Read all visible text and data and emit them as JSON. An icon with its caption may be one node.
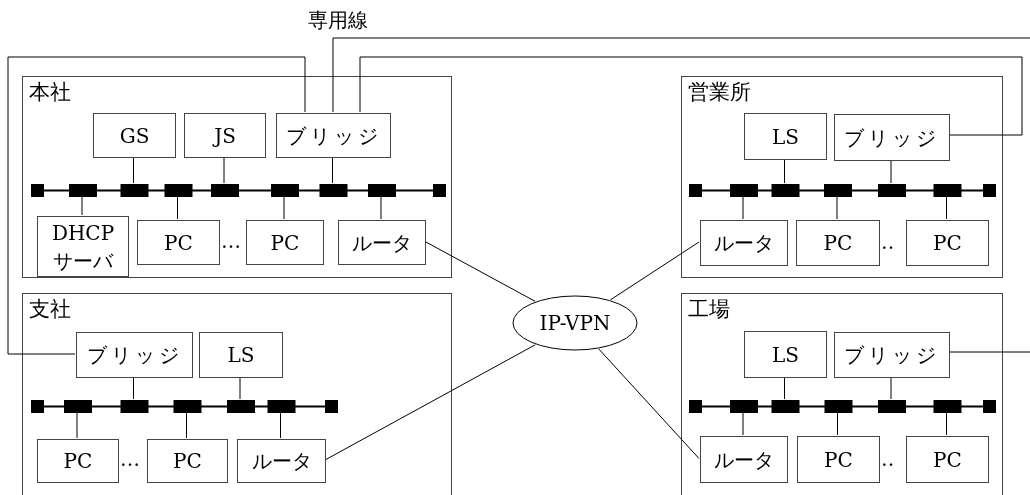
{
  "diagram": {
    "nodes": [
      {
        "text": [
          "本社"
        ]
      },
      {
        "text": [
          "GS"
        ],
        "in": 0
      },
      {
        "text": [
          "JS"
        ],
        "in": 0
      },
      {
        "text": [
          "ブリッジ"
        ],
        "in": 0
      },
      {
        "text": [],
        "shape": "bar",
        "in": 0
      },
      {
        "text": [
          "DHCP サーバ"
        ],
        "in": 0
      },
      {
        "text": [
          "PC"
        ],
        "in": 0
      },
      {
        "text": [
          "PC"
        ],
        "in": 0
      },
      {
        "text": [
          "ルータ"
        ],
        "in": 0
      },
      {
        "text": [
          "営業所"
        ]
      },
      {
        "text": [
          "LS"
        ],
        "in": 9
      },
      {
        "text": [
          "ブリッジ"
        ],
        "in": 9
      },
      {
        "text": [],
        "shape": "bar",
        "in": 9
      },
      {
        "text": [
          "ルータ"
        ],
        "in": 9
      },
      {
        "text": [
          "PC"
        ],
        "in": 9
      },
      {
        "text": [
          "PC"
        ],
        "in": 9
      },
      {
        "text": [
          "IP-VPN"
        ]
      },
      {
        "text": [
          "支社"
        ]
      },
      {
        "text": [
          "ブリッジ"
        ],
        "in": 17
      },
      {
        "text": [
          "LS"
        ],
        "in": 17
      },
      {
        "text": [],
        "shape": "bar",
        "in": 17
      },
      {
        "text": [
          "PC"
        ],
        "in": 17
      },
      {
        "text": [
          "PC"
        ],
        "in": 17
      },
      {
        "text": [
          "ルータ"
        ],
        "in": 17
      },
      {
        "text": [
          "工場"
        ]
      },
      {
        "text": [
          "LS"
        ],
        "in": 24
      },
      {
        "text": [
          "ブリッジ"
        ],
        "in": 24
      },
      {
        "text": [],
        "shape": "bar",
        "in": 24
      },
      {
        "text": [
          "ルータ"
        ],
        "in": 24
      },
      {
        "text": [
          "PC"
        ],
        "in": 24
      },
      {
        "text": [
          "PC"
        ],
        "in": 24
      }
    ],
    "edges": [
      {
        "from": 1,
        "to": 4,
        "arrow": "none"
      },
      {
        "from": 2,
        "to": 4,
        "arrow": "none"
      },
      {
        "from": 3,
        "to": 4,
        "arrow": "none"
      },
      {
        "from": 5,
        "to": 4,
        "arrow": "none"
      },
      {
        "from": 6,
        "to": 4,
        "arrow": "none"
      },
      {
        "from": 7,
        "to": 4,
        "arrow": "none"
      },
      {
        "from": 8,
        "to": 4,
        "arrow": "none"
      },
      {
        "from": 10,
        "to": 12,
        "arrow": "none"
      },
      {
        "from": 11,
        "to": 12,
        "arrow": "none"
      },
      {
        "from": 13,
        "to": 12,
        "arrow": "none"
      },
      {
        "from": 14,
        "to": 12,
        "arrow": "none"
      },
      {
        "from": 15,
        "to": 12,
        "arrow": "none"
      },
      {
        "from": 18,
        "to": 20,
        "arrow": "none"
      },
      {
        "from": 19,
        "to": 20,
        "arrow": "none"
      },
      {
        "from": 21,
        "to": 20,
        "arrow": "none"
      },
      {
        "from": 22,
        "to": 20,
        "arrow": "none"
      },
      {
        "from": 23,
        "to": 20,
        "arrow": "none"
      },
      {
        "from": 25,
        "to": 27,
        "arrow": "none"
      },
      {
        "from": 26,
        "to": 27,
        "arrow": "none"
      },
      {
        "from": 28,
        "to": 27,
        "arrow": "none"
      },
      {
        "from": 29,
        "to": 27,
        "arrow": "none"
      },
      {
        "from": 30,
        "to": 27,
        "arrow": "none"
      },
      {
        "from": 8,
        "to": 16,
        "arrow": "none"
      },
      {
        "from": 13,
        "to": 16,
        "arrow": "none"
      },
      {
        "from": 23,
        "to": 16,
        "arrow": "none"
      },
      {
        "from": 28,
        "to": 16,
        "arrow": "none"
      },
      {
        "from": 3,
        "to": 18,
        "arrow": "none"
      },
      {
        "from": 3,
        "to": 11,
        "arrow": "none"
      },
      {
        "from": 3,
        "to": null,
        "arrow": "none"
      },
      {
        "from": 26,
        "to": null,
        "arrow": "none"
      }
    ],
    "labels": [
      "専用線",
      "…",
      "‥",
      "…",
      "‥"
    ]
  }
}
